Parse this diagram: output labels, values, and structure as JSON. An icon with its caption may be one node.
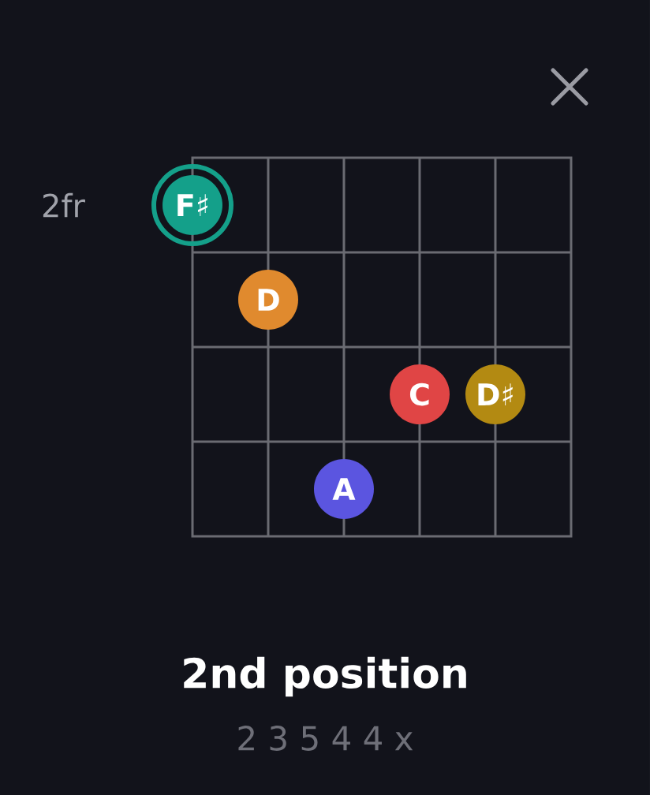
{
  "diagram": {
    "title": "2nd position",
    "nodes": [
      {
        "text": [
          "F♯"
        ]
      },
      {
        "text": [
          "D"
        ]
      },
      {
        "text": [
          "C"
        ]
      },
      {
        "text": [
          "D♯"
        ]
      },
      {
        "text": [
          "A"
        ]
      }
    ],
    "labels": [
      "2fr",
      "2 3 5 4 4 x"
    ]
  }
}
